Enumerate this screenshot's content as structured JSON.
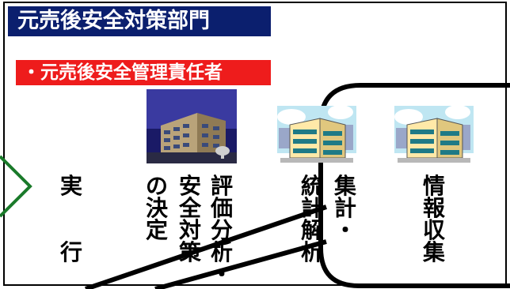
{
  "header": {
    "title": "元売後安全対策部門",
    "subtitle": "・元売後安全管理責任者"
  },
  "columns": [
    {
      "id": "execute",
      "chars": [
        "実",
        "",
        "",
        "行"
      ]
    },
    {
      "id": "decide",
      "chars": [
        "の",
        "決",
        "定"
      ]
    },
    {
      "id": "safety-measures",
      "chars": [
        "安",
        "全",
        "対",
        "策"
      ]
    },
    {
      "id": "evaluation",
      "chars": [
        "評",
        "価",
        "分",
        "析",
        "・"
      ]
    },
    {
      "id": "statistics",
      "chars": [
        "統",
        "計",
        "解",
        "析"
      ]
    },
    {
      "id": "aggregate",
      "chars": [
        "集",
        "計",
        "・"
      ]
    },
    {
      "id": "information",
      "chars": [
        "情",
        "報",
        "収",
        "集"
      ]
    }
  ],
  "icons": [
    "office-building-icon",
    "office-building-sky-icon",
    "office-building-sky-icon"
  ],
  "colors": {
    "title_bg": "#0b1f6e",
    "subtitle_bg": "#ee1c1c",
    "arrow": "#1a7a2a",
    "line": "#000000"
  }
}
